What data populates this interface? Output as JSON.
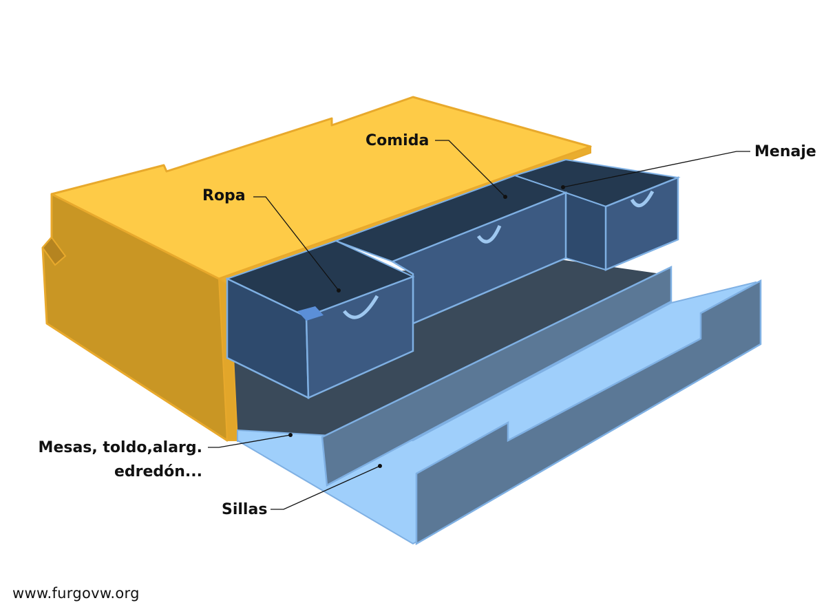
{
  "labels": {
    "ropa": "Ropa",
    "comida": "Comida",
    "menaje": "Menaje",
    "mesas": "Mesas, toldo,alarg.",
    "edredon": "edredón...",
    "sillas": "Sillas"
  },
  "watermark": "www.furgovw.org",
  "colors": {
    "cabinet_top": "#fecb47",
    "cabinet_side": "#c99624",
    "cabinet_edge": "#e8a92c",
    "drawer_front": "#3c5a82",
    "drawer_inner": "#243950",
    "drawer_edge": "#7fb0e3",
    "tray_floor": "#9fcffb",
    "tray_wall": "#5b7896",
    "cavity": "#3a4a5a"
  }
}
